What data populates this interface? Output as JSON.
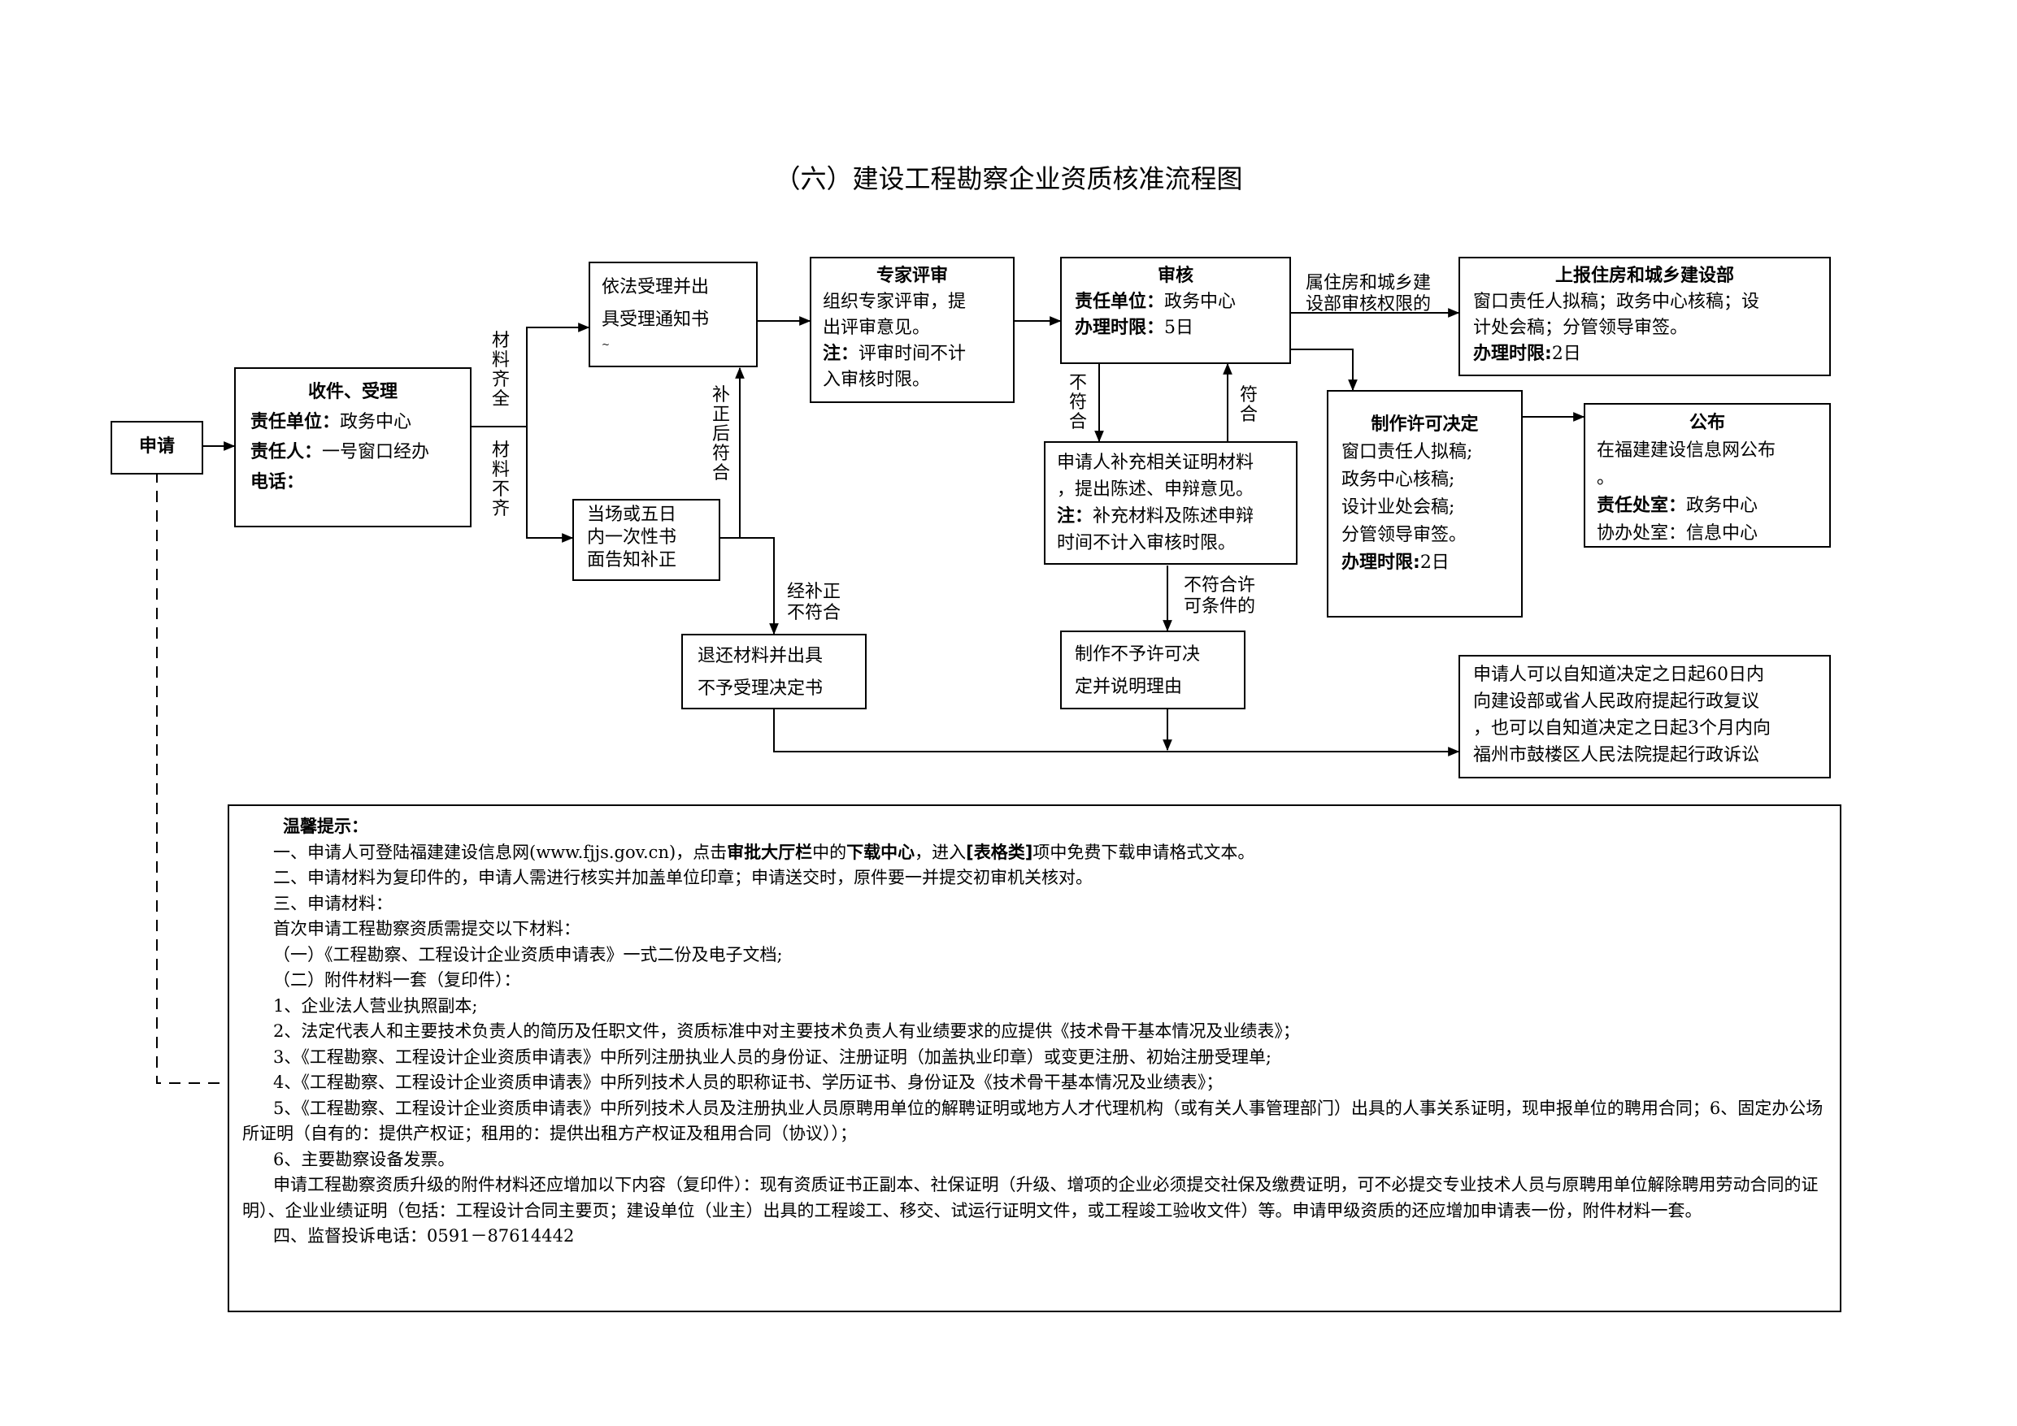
{
  "title": "（六）建设工程勘察企业资质核准流程图",
  "nodes": {
    "apply": {
      "label": "申请"
    },
    "receive": {
      "title": "收件、受理",
      "unit_label": "责任单位：",
      "unit_value": "政务中心",
      "person_label": "责任人：",
      "person_value": "一号窗口经办",
      "phone_label": "电话："
    },
    "accept": {
      "line1": "依法受理并出",
      "line2": "具受理通知书",
      "line3": "~"
    },
    "notify": {
      "line1": "当场或五日",
      "line2": "内一次性书",
      "line3": "面告知补正"
    },
    "return": {
      "line1": "退还材料并出具",
      "line2": "不予受理决定书"
    },
    "expert": {
      "title": "专家评审",
      "line1": "组织专家评审，提",
      "line2": "出评审意见。",
      "note_label": "注：",
      "note_text": "评审时间不计",
      "note_text2": "入审核时限。"
    },
    "review": {
      "title": "审核",
      "unit_label": "责任单位：",
      "unit_value": "政务中心",
      "time_label": "办理时限：",
      "time_value": "5日"
    },
    "supplement": {
      "line1": "申请人补充相关证明材料",
      "line2": "，提出陈述、申辩意见。",
      "note_label": "注：",
      "note_text": "补充材料及陈述申辩",
      "note_text2": "时间不计入审核时限。"
    },
    "deny": {
      "line1": "制作不予许可决",
      "line2": "定并说明理由"
    },
    "report": {
      "title": "上报住房和城乡建设部",
      "line1": "窗口责任人拟稿；政务中心核稿；设",
      "line2": "计处会稿；分管领导审签。",
      "time_label": "办理时限:",
      "time_value": "2日"
    },
    "decision": {
      "title": "制作许可决定",
      "line1": "窗口责任人拟稿;",
      "line2": "政务中心核稿;",
      "line3": "设计业处会稿;",
      "line4": "分管领导审签。",
      "time_label": "办理时限:",
      "time_value": "2日"
    },
    "publish": {
      "title": "公布",
      "line1": "在福建建设信息网公布",
      "line2": "。",
      "dept_label": "责任处室：",
      "dept_value": "政务中心",
      "cut_text": "协办处室：信息中心"
    },
    "appeal": {
      "line1": "申请人可以自知道决定之日起60日内",
      "line2": "向建设部或省人民政府提起行政复议",
      "line3": "，也可以自知道决定之日起3个月内向",
      "line4": "福州市鼓楼区人民法院提起行政诉讼"
    }
  },
  "edge_labels": {
    "complete": "材料齐全",
    "incomplete": "材料不齐",
    "corrected": "补正后符合",
    "still_fail": [
      "经补正",
      "不符合"
    ],
    "not_meet": "不符合",
    "meet": "符合",
    "ministry": [
      "属住房和城乡建",
      "设部审核权限的"
    ],
    "not_allowed": [
      "不符合许",
      "可条件的"
    ]
  },
  "notes": {
    "title": "温馨提示：",
    "line1_a": "一、申请人可登陆福建建设信息网(www.fjjs.gov.cn)，点击",
    "line1_b": "审批大厅栏",
    "line1_c": "中的",
    "line1_d": "下载中心",
    "line1_e": "，进入",
    "line1_f": "[表格类]",
    "line1_g": "项中免费下载申请格式文本。",
    "lines": [
      "二、申请材料为复印件的，申请人需进行核实并加盖单位印章；申请送交时，原件要一并提交初审机关核对。",
      "三、申请材料：",
      "首次申请工程勘察资质需提交以下材料：",
      "（一）《工程勘察、工程设计企业资质申请表》一式二份及电子文档;",
      "（二）附件材料一套（复印件）：",
      "1、企业法人营业执照副本;",
      "2、法定代表人和主要技术负责人的简历及任职文件，资质标准中对主要技术负责人有业绩要求的应提供《技术骨干基本情况及业绩表》；",
      "3、《工程勘察、工程设计企业资质申请表》中所列注册执业人员的身份证、注册证明（加盖执业印章）或变更注册、初始注册受理单;",
      "4、《工程勘察、工程设计企业资质申请表》中所列技术人员的职称证书、学历证书、身份证及《技术骨干基本情况及业绩表》；",
      "5、《工程勘察、工程设计企业资质申请表》中所列技术人员及注册执业人员原聘用单位的解聘证明或地方人才代理机构（或有关人事管理部门）出具的人事关系证明，现申报单位的聘用合同；6、固定办公场所证明（自有的：提供产权证；租用的：提供出租方产权证及租用合同（协议））；",
      "6、主要勘察设备发票。",
      "申请工程勘察资质升级的附件材料还应增加以下内容（复印件）：现有资质证书正副本、社保证明（升级、增项的企业必须提交社保及缴费证明，可不必提交专业技术人员与原聘用单位解除聘用劳动合同的证明）、企业业绩证明（包括：工程设计合同主要页；建设单位（业主）出具的工程竣工、移交、试运行证明文件，或工程竣工验收文件）等。申请甲级资质的还应增加申请表一份，附件材料一套。",
      "四、监督投诉电话：0591－87614442"
    ]
  }
}
